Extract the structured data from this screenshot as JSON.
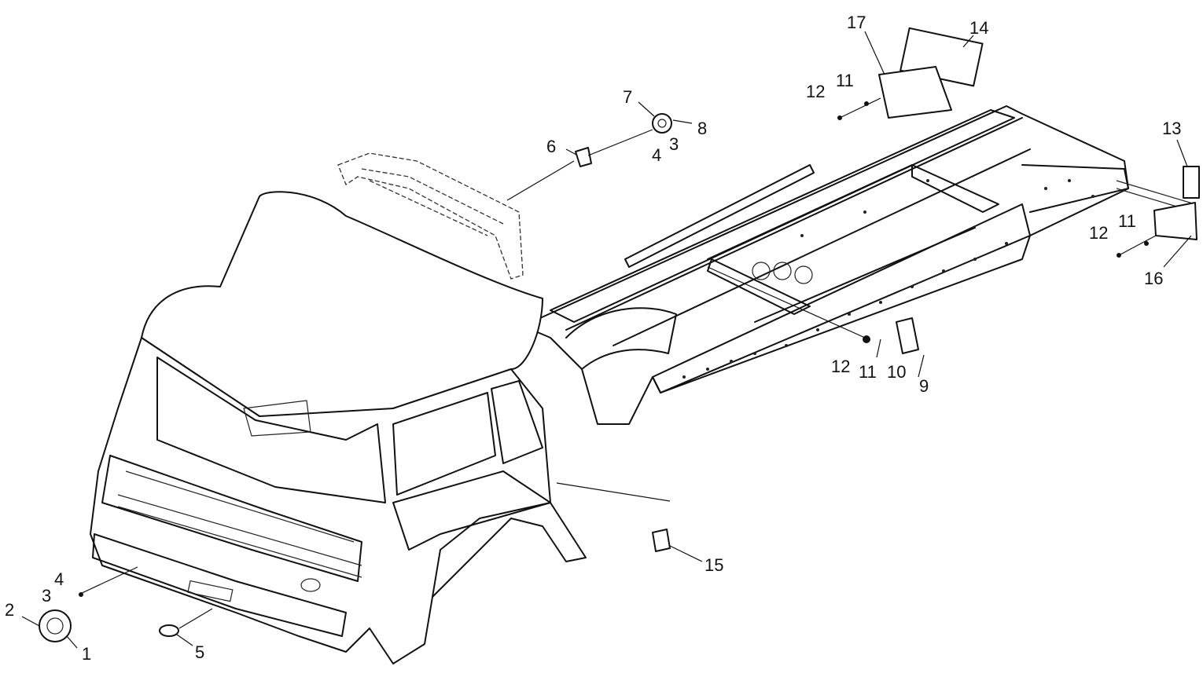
{
  "diagram": {
    "type": "exploded-parts-diagram",
    "callouts": {
      "c1": "1",
      "c2": "2",
      "c3a": "3",
      "c4a": "4",
      "c5": "5",
      "c6": "6",
      "c7": "7",
      "c8": "8",
      "c3b": "3",
      "c4b": "4",
      "c9": "9",
      "c10": "10",
      "c11a": "11",
      "c12a": "12",
      "c11b": "11",
      "c12b": "12",
      "c17": "17",
      "c14": "14",
      "c13": "13",
      "c11c": "11",
      "c12c": "12",
      "c16": "16",
      "c15": "15"
    }
  }
}
